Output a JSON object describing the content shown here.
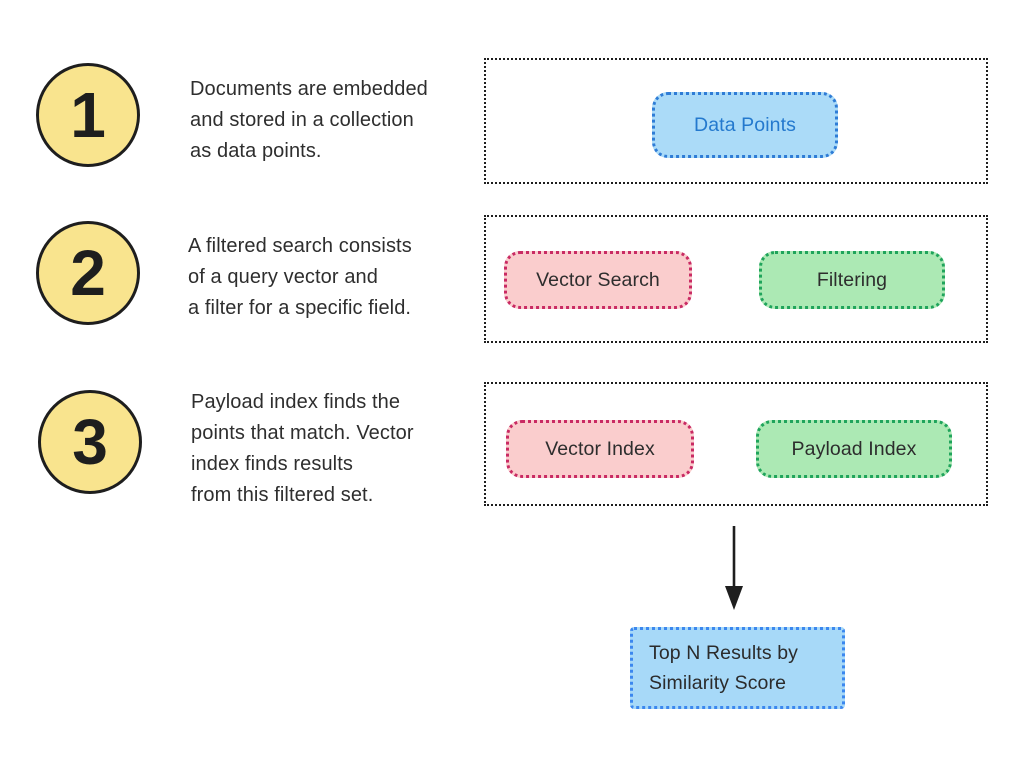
{
  "diagram": {
    "steps": [
      {
        "number": "1",
        "description": "Documents are embedded\nand stored in a collection\nas data points."
      },
      {
        "number": "2",
        "description": "A filtered search consists\nof a query vector and\na filter for a specific field."
      },
      {
        "number": "3",
        "description": "Payload index finds the\npoints that match. Vector\nindex finds results\nfrom this filtered set."
      }
    ],
    "stage1": {
      "data_points_label": "Data Points"
    },
    "stage2": {
      "vector_search_label": "Vector Search",
      "filtering_label": "Filtering"
    },
    "stage3": {
      "vector_index_label": "Vector Index",
      "payload_index_label": "Payload Index"
    },
    "result": {
      "label": "Top N Results by\nSimilarity Score"
    },
    "colors": {
      "step_circle_fill": "#F9E48E",
      "outline_black": "#1E1E1E",
      "blue_fill": "#ABDBF8",
      "blue_border": "#2E7CD6",
      "blue_text": "#2479CE",
      "pink_fill": "#FACDCD",
      "pink_border": "#C92A63",
      "green_fill": "#ACE9B4",
      "green_border": "#1FA45B",
      "result_fill": "#A7D9F8",
      "result_border": "#3B87EF"
    }
  }
}
